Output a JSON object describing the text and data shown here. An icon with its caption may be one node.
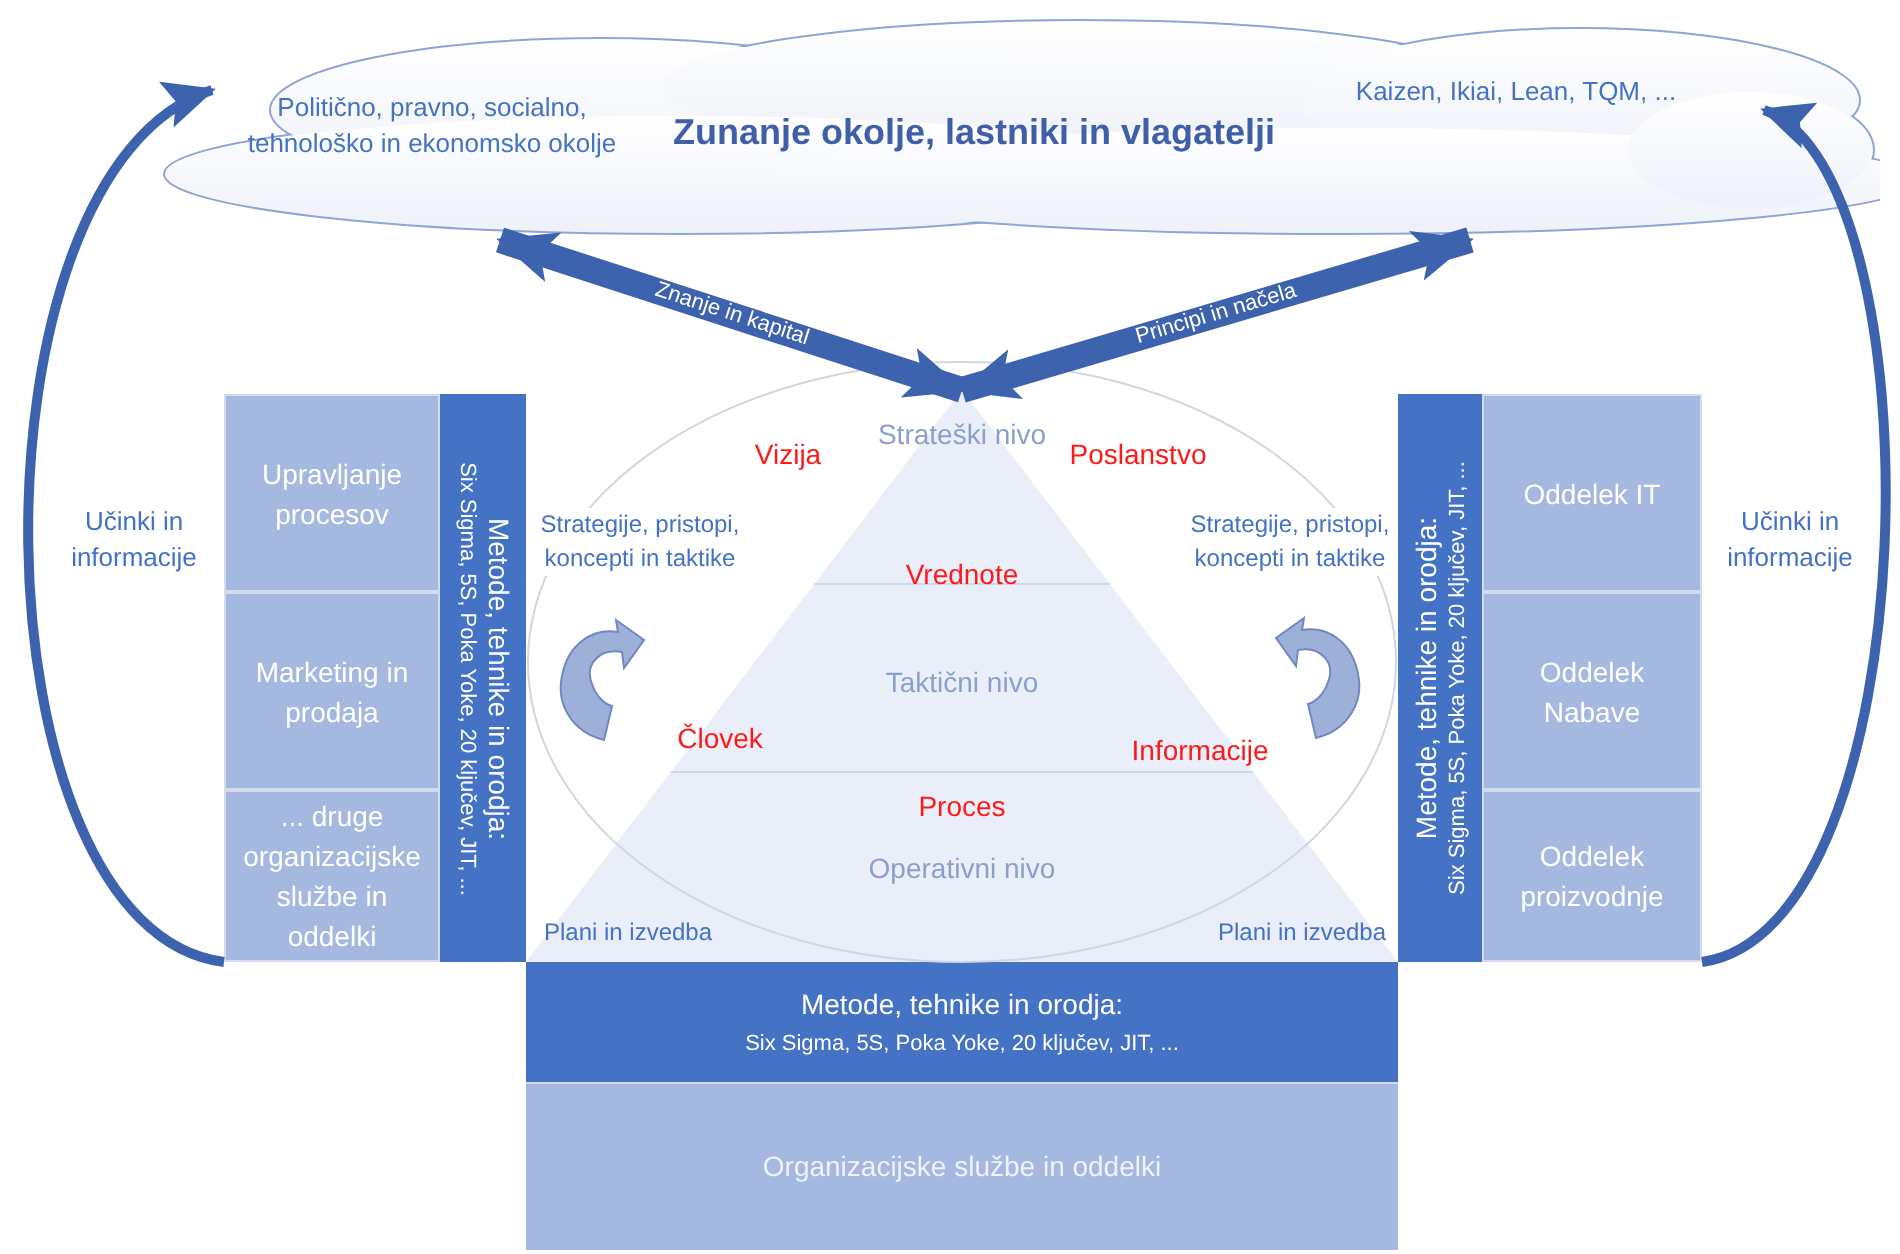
{
  "diagram": {
    "nodes": [
      {
        "text": [
          "Politično, pravno, socialno, tehnološko in ekonomsko okolje",
          "Zunanje okolje, lastniki in vlagatelji",
          "Kaizen, Ikiai, Lean, TQM, ..."
        ]
      },
      {
        "text": [
          "Upravljanje procesov"
        ]
      },
      {
        "text": [
          "Marketing in prodaja"
        ]
      },
      {
        "text": [
          "... druge organizacijske službe in oddelki"
        ]
      },
      {
        "text": [
          "Metode, tehnike in orodja:",
          "Six Sigma, 5S, Poka Yoke, 20 ključev, JIT, ..."
        ]
      },
      {
        "text": [
          "Strateški nivo",
          "Taktični nivo",
          "Operativni nivo"
        ]
      },
      {
        "text": [
          "Metode, tehnike in orodja:",
          "Six Sigma, 5S, Poka Yoke, 20 ključev, JIT, ..."
        ]
      },
      {
        "text": [
          "Oddelek IT"
        ]
      },
      {
        "text": [
          "Oddelek Nabave"
        ]
      },
      {
        "text": [
          "Oddelek proizvodnje"
        ]
      },
      {
        "text": [
          "Metode, tehnike in orodja:",
          "Six Sigma, 5S, Poka Yoke, 20 ključev, JIT, ..."
        ]
      },
      {
        "text": [
          "Organizacijske službe in oddelki"
        ]
      }
    ],
    "edges": [
      {
        "from": 0,
        "to": 5,
        "arrow": "both",
        "label": "Znanje in kapital",
        "style": "thick"
      },
      {
        "from": 0,
        "to": 5,
        "arrow": "both",
        "label": "Principi in načela",
        "style": "thick"
      },
      {
        "from": 3,
        "to": 0,
        "arrow": "to",
        "label": "Učinki in informacije"
      },
      {
        "from": 9,
        "to": 0,
        "arrow": "to",
        "label": "Učinki in informacije"
      }
    ],
    "labels": [
      "Vizija",
      "Poslanstvo",
      "Strategije, pristopi, koncepti in taktike",
      "Strategije, pristopi, koncepti in taktike",
      "Vrednote",
      "Človek",
      "Informacije",
      "Proces",
      "Plani in izvedba",
      "Plani in izvedba"
    ]
  }
}
